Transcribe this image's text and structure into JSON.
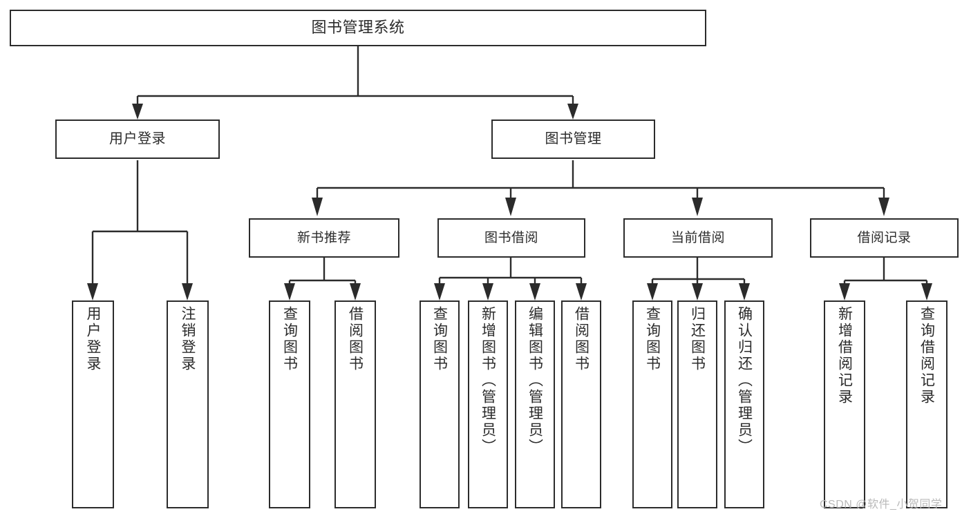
{
  "diagram": {
    "title": "图书管理系统",
    "type": "tree",
    "background_color": "#ffffff",
    "line_color": "#2b2b2b",
    "text_color": "#2b2b2b"
  },
  "root": {
    "label": "图书管理系统"
  },
  "level2": [
    {
      "label": "用户登录"
    },
    {
      "label": "图书管理"
    }
  ],
  "level3": [
    {
      "label": "新书推荐"
    },
    {
      "label": "图书借阅"
    },
    {
      "label": "当前借阅"
    },
    {
      "label": "借阅记录"
    }
  ],
  "leaves": {
    "user_login": [
      {
        "label": "用户登录"
      },
      {
        "label": "注销登录"
      }
    ],
    "new_book_recommend": [
      {
        "label": "查询图书"
      },
      {
        "label": "借阅图书"
      }
    ],
    "book_borrow": [
      {
        "label": "查询图书"
      },
      {
        "label": "新增图书（管理员）"
      },
      {
        "label": "编辑图书（管理员）"
      },
      {
        "label": "借阅图书"
      }
    ],
    "current_borrow": [
      {
        "label": "查询图书"
      },
      {
        "label": "归还图书"
      },
      {
        "label": "确认归还（管理员）"
      }
    ],
    "borrow_record": [
      {
        "label": "新增借阅记录"
      },
      {
        "label": "查询借阅记录"
      }
    ]
  },
  "watermark": {
    "text": "CSDN @软件_小贺同学"
  }
}
